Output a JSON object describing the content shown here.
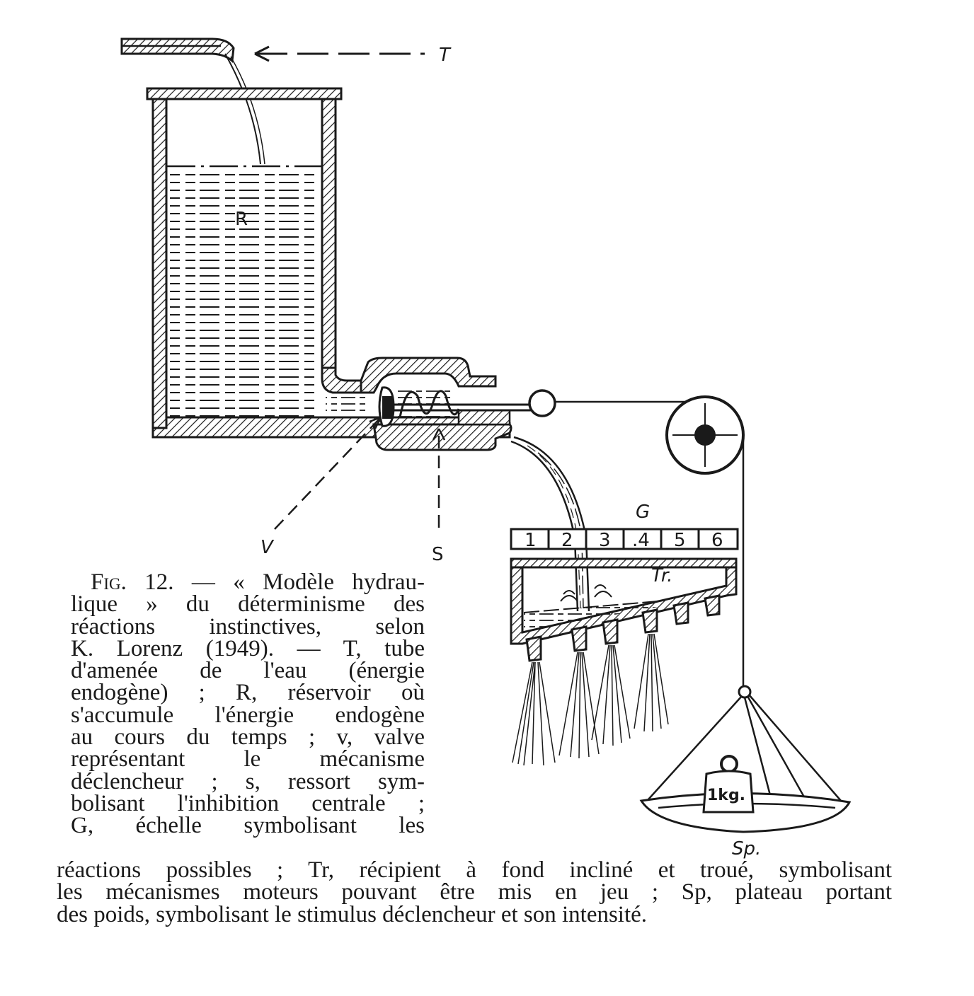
{
  "figure": {
    "labels": {
      "tube": "T",
      "reservoir": "R",
      "valve": "V",
      "spring": "S",
      "scale": "G",
      "trough": "Tr.",
      "pan": "Sp.",
      "weight": "1kg."
    },
    "scale_cells": [
      "1",
      "2",
      "3",
      ".4",
      "5",
      "6"
    ]
  },
  "caption": {
    "fig_label": "Fig. 12.",
    "lines_left": [
      "— « Modèle hydrau-",
      "lique » du déterminisme des",
      "réactions instinctives, selon",
      "K. Lorenz (1949). — T, tube",
      "d'amenée de l'eau (énergie",
      "endogène) ; R, réservoir où",
      "s'accumule l'énergie endogène",
      "au cours du temps ; v, valve",
      "représentant le mécanisme",
      "déclencheur ; s, ressort sym-",
      "bolisant l'inhibition centrale ;",
      "G, échelle symbolisant les"
    ],
    "lines_full": [
      "réactions possibles ; Tr, récipient à fond incliné et troué, symbolisant",
      "les mécanismes moteurs pouvant être mis en jeu ; Sp, plateau portant",
      "des poids, symbolisant le stimulus déclencheur et son intensité."
    ]
  }
}
